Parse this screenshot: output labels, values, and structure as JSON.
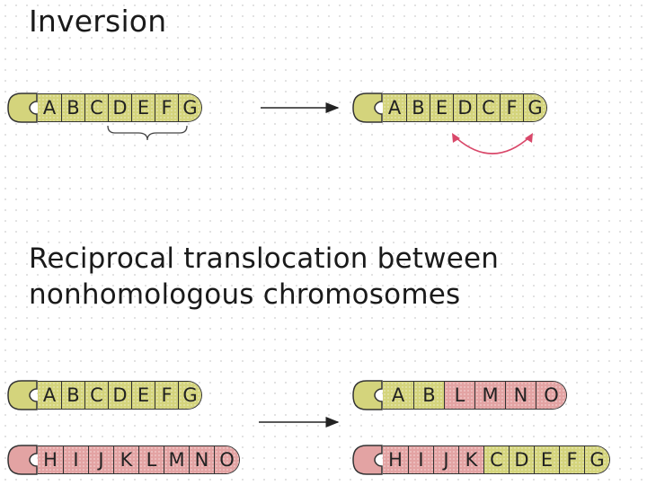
{
  "headings": {
    "inversion": "Inversion",
    "translocation": "Reciprocal translocation between nonhomologous chromosomes"
  },
  "colors": {
    "yellow": "#d4d47c",
    "pink": "#e3a3a3",
    "arc": "#d9486a"
  },
  "inversion": {
    "before": [
      "A",
      "B",
      "C",
      "D",
      "E",
      "F",
      "G"
    ],
    "after": [
      "A",
      "B",
      "E",
      "D",
      "C",
      "F",
      "G"
    ]
  },
  "translocation": {
    "before_top": [
      "A",
      "B",
      "C",
      "D",
      "E",
      "F",
      "G"
    ],
    "before_bottom": [
      "H",
      "I",
      "J",
      "K",
      "L",
      "M",
      "N",
      "O"
    ],
    "after_top": [
      "A",
      "B",
      "L",
      "M",
      "N",
      "O"
    ],
    "after_bottom": [
      "H",
      "I",
      "J",
      "K",
      "C",
      "D",
      "E",
      "F",
      "G"
    ]
  }
}
